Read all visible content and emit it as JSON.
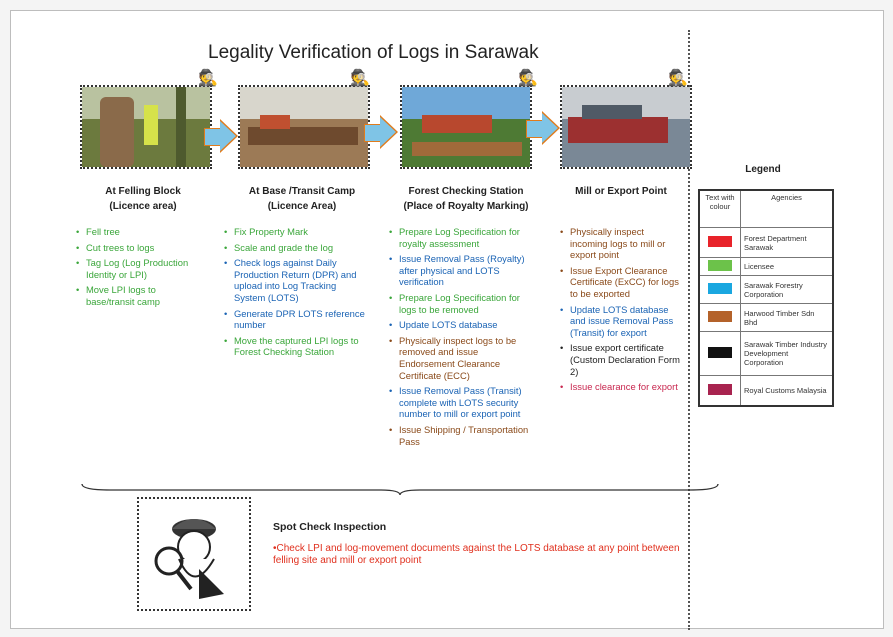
{
  "title": "Legality Verification of Logs in Sarawak",
  "stages": [
    {
      "heading_line1": "At Felling Block",
      "heading_line2": "(Licence area)",
      "items": [
        {
          "text": "Fell tree",
          "color": "green"
        },
        {
          "text": "Cut trees to logs",
          "color": "green"
        },
        {
          "text": "Tag Log (Log Production Identity or LPI)",
          "color": "green"
        },
        {
          "text": "Move LPI logs to base/transit camp",
          "color": "green"
        }
      ]
    },
    {
      "heading_line1": "At Base /Transit Camp",
      "heading_line2": "(Licence Area)",
      "items": [
        {
          "text": "Fix Property Mark",
          "color": "green"
        },
        {
          "text": "Scale and grade the log",
          "color": "green"
        },
        {
          "text": "Check logs against Daily Production Return (DPR) and upload into Log Tracking System (LOTS)",
          "color": "blue"
        },
        {
          "text": "Generate DPR LOTS reference number",
          "color": "blue"
        },
        {
          "text": "Move the captured  LPI logs to Forest Checking Station",
          "color": "green"
        }
      ]
    },
    {
      "heading_line1": "Forest Checking Station",
      "heading_line2": "(Place of Royalty Marking)",
      "items": [
        {
          "text": "Prepare Log Specification for royalty assessment",
          "color": "green"
        },
        {
          "text": "Issue Removal Pass (Royalty) after physical and LOTS verification",
          "color": "blue"
        },
        {
          "text": "Prepare Log Specification for logs to be removed",
          "color": "green"
        },
        {
          "text": "Update LOTS database",
          "color": "blue"
        },
        {
          "text": "Physically inspect logs to be removed and issue Endorsement Clearance Certificate (ECC)",
          "color": "brown"
        },
        {
          "text": "Issue Removal Pass (Transit) complete with LOTS security number to mill or export point",
          "color": "blue"
        },
        {
          "text": "Issue Shipping / Transportation Pass",
          "color": "brown"
        }
      ]
    },
    {
      "heading_line1": "Mill or Export Point",
      "heading_line2": "",
      "items": [
        {
          "text": "Physically inspect incoming logs to mill or export point",
          "color": "brown"
        },
        {
          "text": "Issue Export Clearance Certificate (ExCC) for logs to be exported",
          "color": "brown"
        },
        {
          "text": "Update LOTS database and issue Removal Pass  (Transit) for export",
          "color": "blue"
        },
        {
          "text": "Issue  export certificate (Custom Declaration Form 2)",
          "color": "black"
        },
        {
          "text": "Issue clearance for export",
          "color": "pink"
        }
      ]
    }
  ],
  "spot_check": {
    "title": "Spot Check Inspection",
    "text": "•Check LPI and log-movement documents against the LOTS database at any point between felling site and mill or export point"
  },
  "legend": {
    "title": "Legend",
    "col1": "Text with colour",
    "col2": "Agencies",
    "rows": [
      {
        "color": "#e8232a",
        "label": "Forest Department Sarawak"
      },
      {
        "color": "#6cc24a",
        "label": "Licensee"
      },
      {
        "color": "#1aa7e0",
        "label": "Sarawak Forestry Corporation"
      },
      {
        "color": "#b4622a",
        "label": "Harwood Timber Sdn Bhd"
      },
      {
        "color": "#111111",
        "label": "Sarawak Timber Industry Development Corporation"
      },
      {
        "color": "#a8234f",
        "label": "Royal Customs Malaysia"
      }
    ]
  }
}
